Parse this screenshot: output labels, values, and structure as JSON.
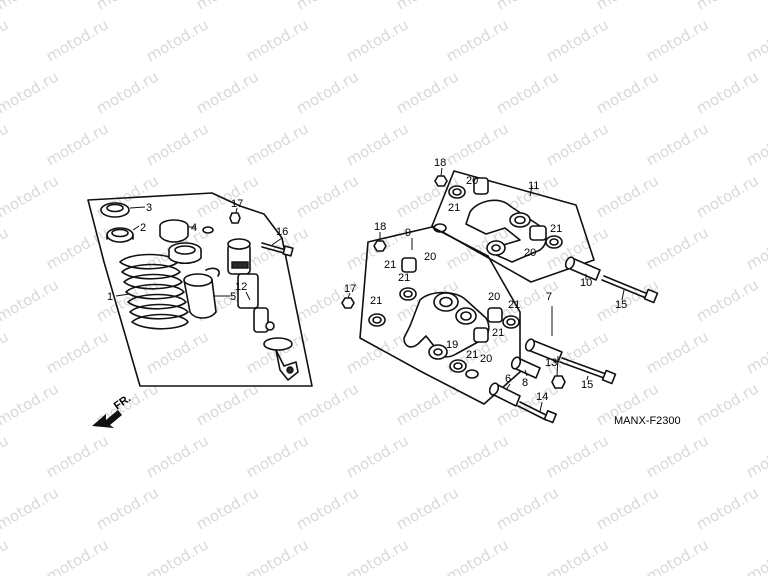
{
  "watermark": "motod.ru",
  "diagram_code": "MANX-F2300",
  "front_label": "FR.",
  "callouts": {
    "c1": "1",
    "c2": "2",
    "c3": "3",
    "c4": "4",
    "c5": "5",
    "c6": "6",
    "c7": "7",
    "c8": "8",
    "c9": "9",
    "c10": "10",
    "c11": "11",
    "c12": "12",
    "c13": "13",
    "c14": "14",
    "c15a": "15",
    "c15b": "15",
    "c16": "16",
    "c17a": "17",
    "c17b": "17",
    "c18a": "18",
    "c18b": "18",
    "c19": "19",
    "c20a": "20",
    "c20b": "20",
    "c20c": "20",
    "c20d": "20",
    "c20e": "20",
    "c21a": "21",
    "c21b": "21",
    "c21c": "21",
    "c21d": "21",
    "c21e": "21",
    "c21f": "21",
    "c21g": "21",
    "c21h": "21"
  }
}
